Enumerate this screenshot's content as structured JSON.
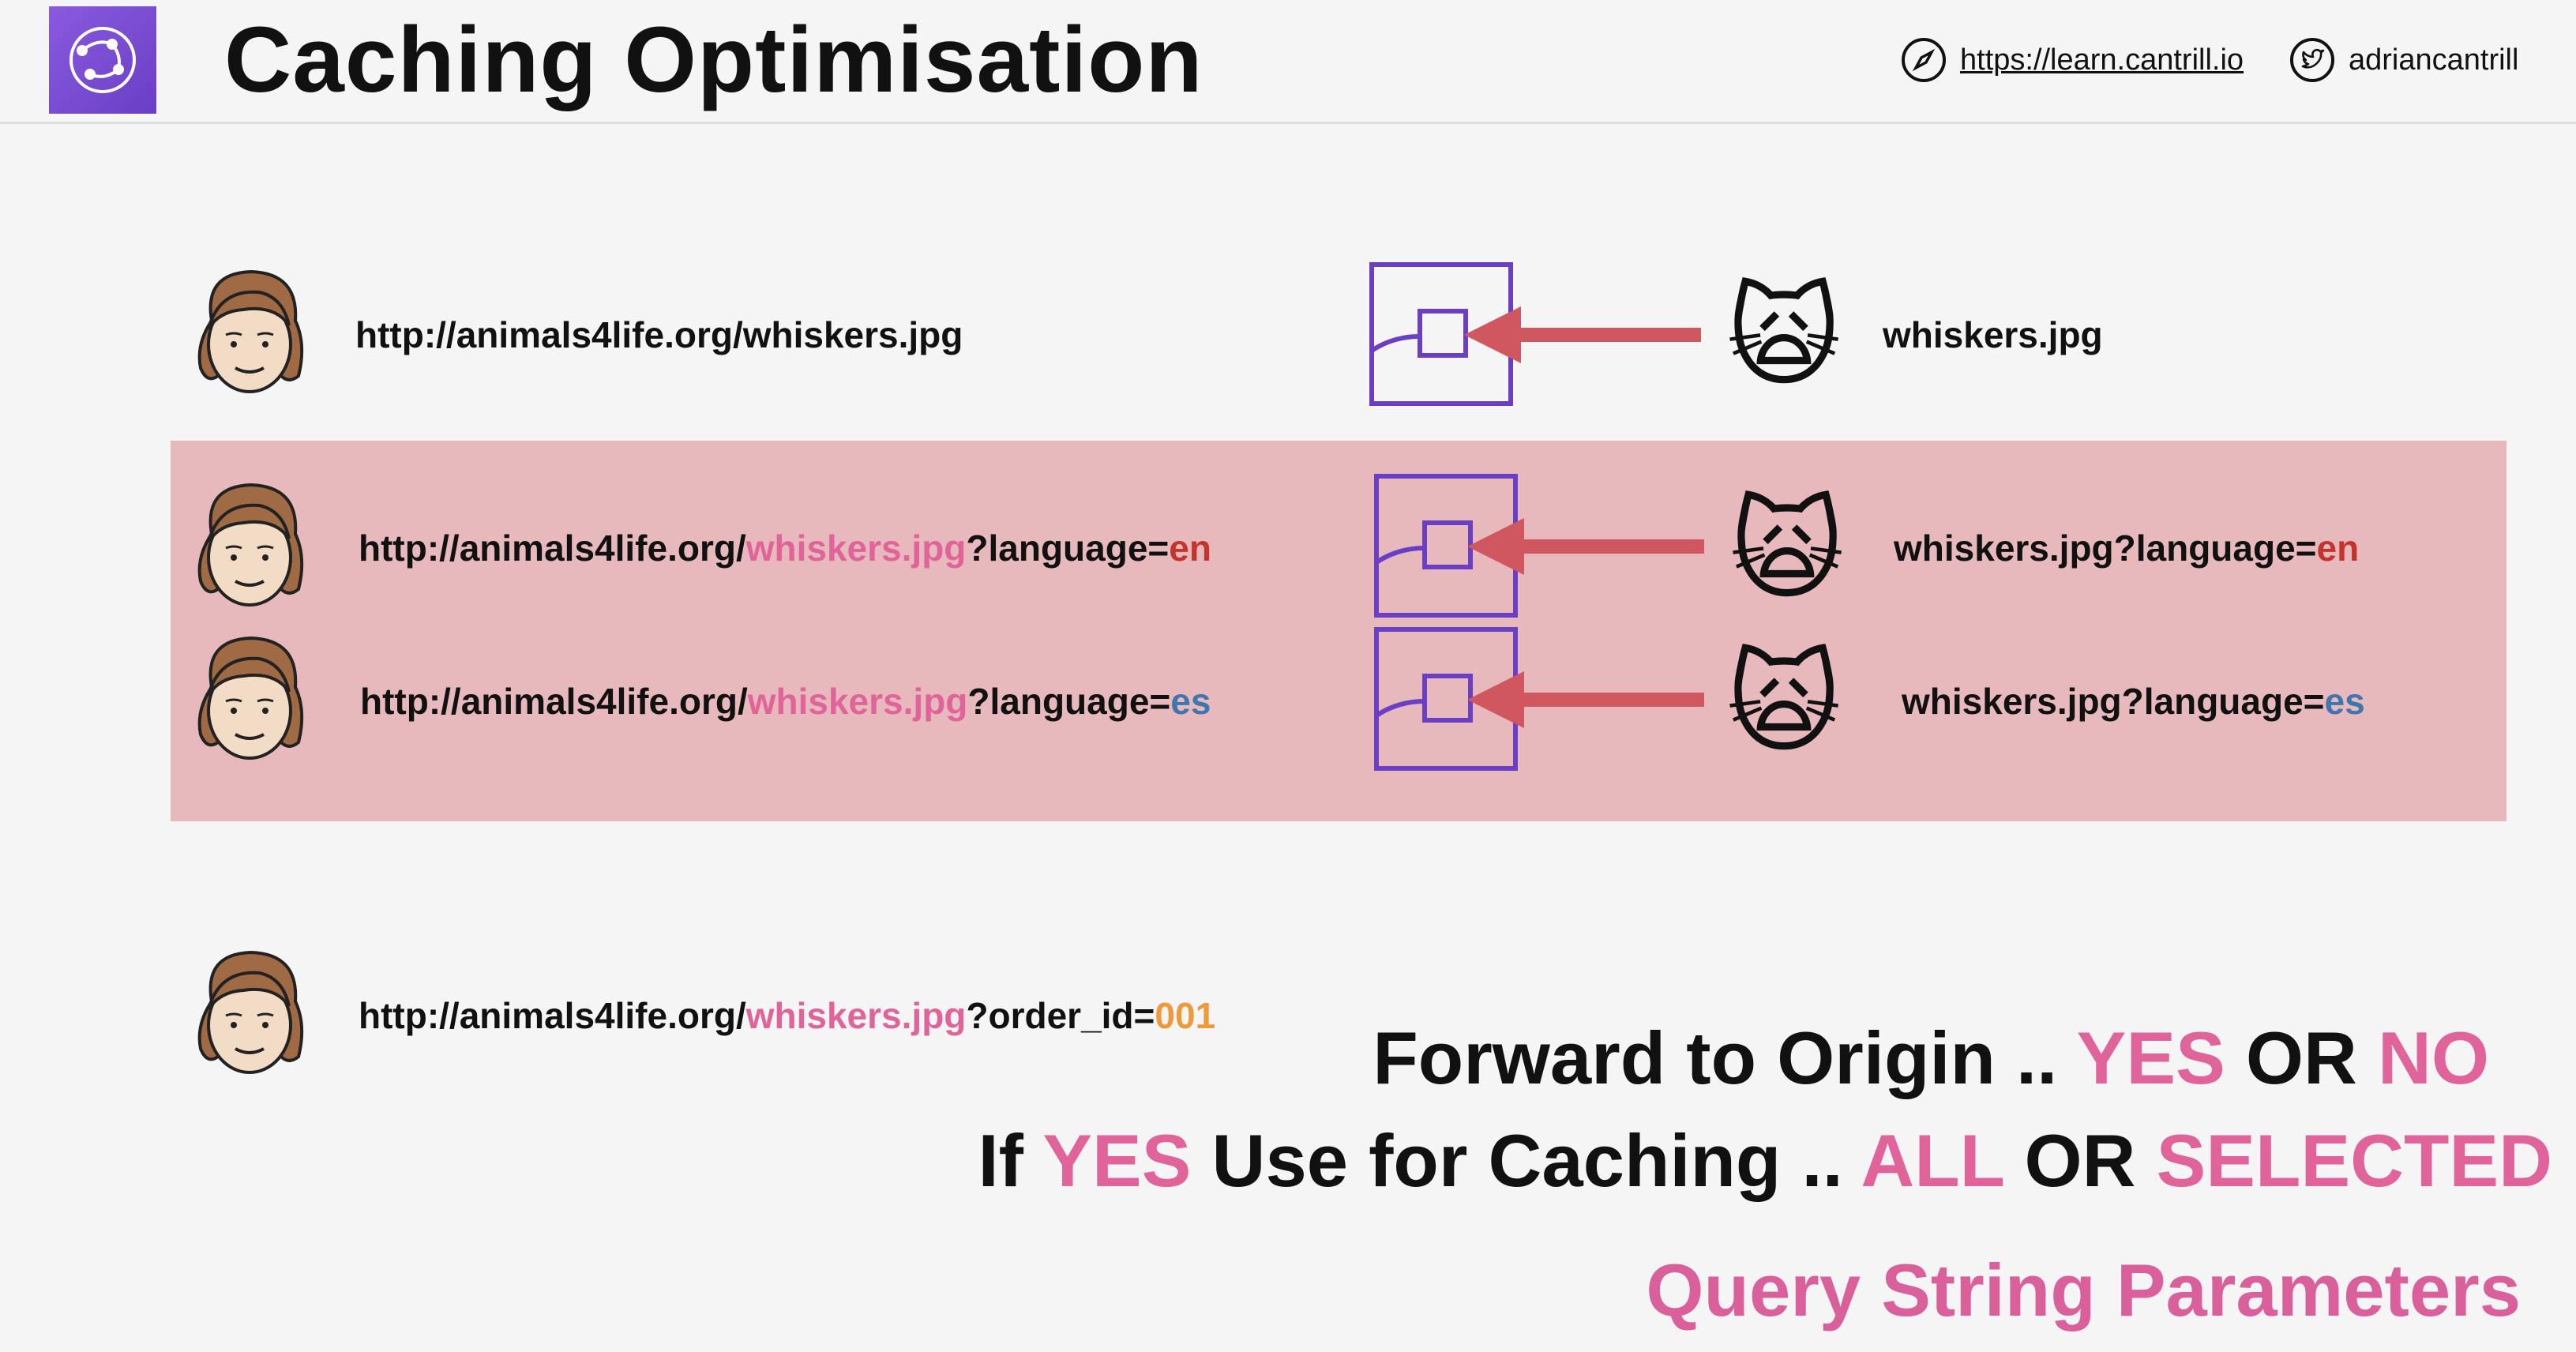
{
  "header": {
    "title": "Caching Optimisation",
    "site_link": "https://learn.cantrill.io",
    "social_handle": "adriancantrill"
  },
  "colors": {
    "accent_pink": "#e0649a",
    "lang_en": "#c3352c",
    "lang_es": "#3f76ad",
    "order_id": "#ee9a3a",
    "band": "#e8b9bc",
    "edge_box": "#6a3fc4",
    "arrow": "#d05660"
  },
  "rows": [
    {
      "request": {
        "base": "http://animals4life.org/whiskers.jpg"
      },
      "origin": {
        "base": "whiskers.jpg"
      }
    },
    {
      "request": {
        "prefix": "http://animals4life.org/",
        "file": "whiskers.jpg",
        "query": "?language=",
        "value": "en"
      },
      "origin": {
        "prefix": "whiskers.jpg?language=",
        "value": "en"
      }
    },
    {
      "request": {
        "prefix": "http://animals4life.org/",
        "file": "whiskers.jpg",
        "query": "?language=",
        "value": "es"
      },
      "origin": {
        "prefix": "whiskers.jpg?language=",
        "value": "es"
      }
    },
    {
      "request": {
        "prefix": "http://animals4life.org/",
        "file": "whiskers.jpg",
        "query": "?order_id=",
        "value": "001"
      }
    }
  ],
  "summary": {
    "line1": {
      "a": "Forward to Origin .. ",
      "yes": "YES",
      "or": " OR ",
      "no": "NO"
    },
    "line2": {
      "if": "If ",
      "yes": "YES",
      "use": " Use for Caching .. ",
      "all": "ALL",
      "or": " OR ",
      "selected": "SELECTED"
    },
    "line3": "Query String Parameters"
  },
  "icons": [
    "cloudfront-logo-icon",
    "compass-icon",
    "twitter-icon",
    "user-avatar-icon",
    "edge-location-icon",
    "arrow-left-icon",
    "scared-cat-icon"
  ]
}
